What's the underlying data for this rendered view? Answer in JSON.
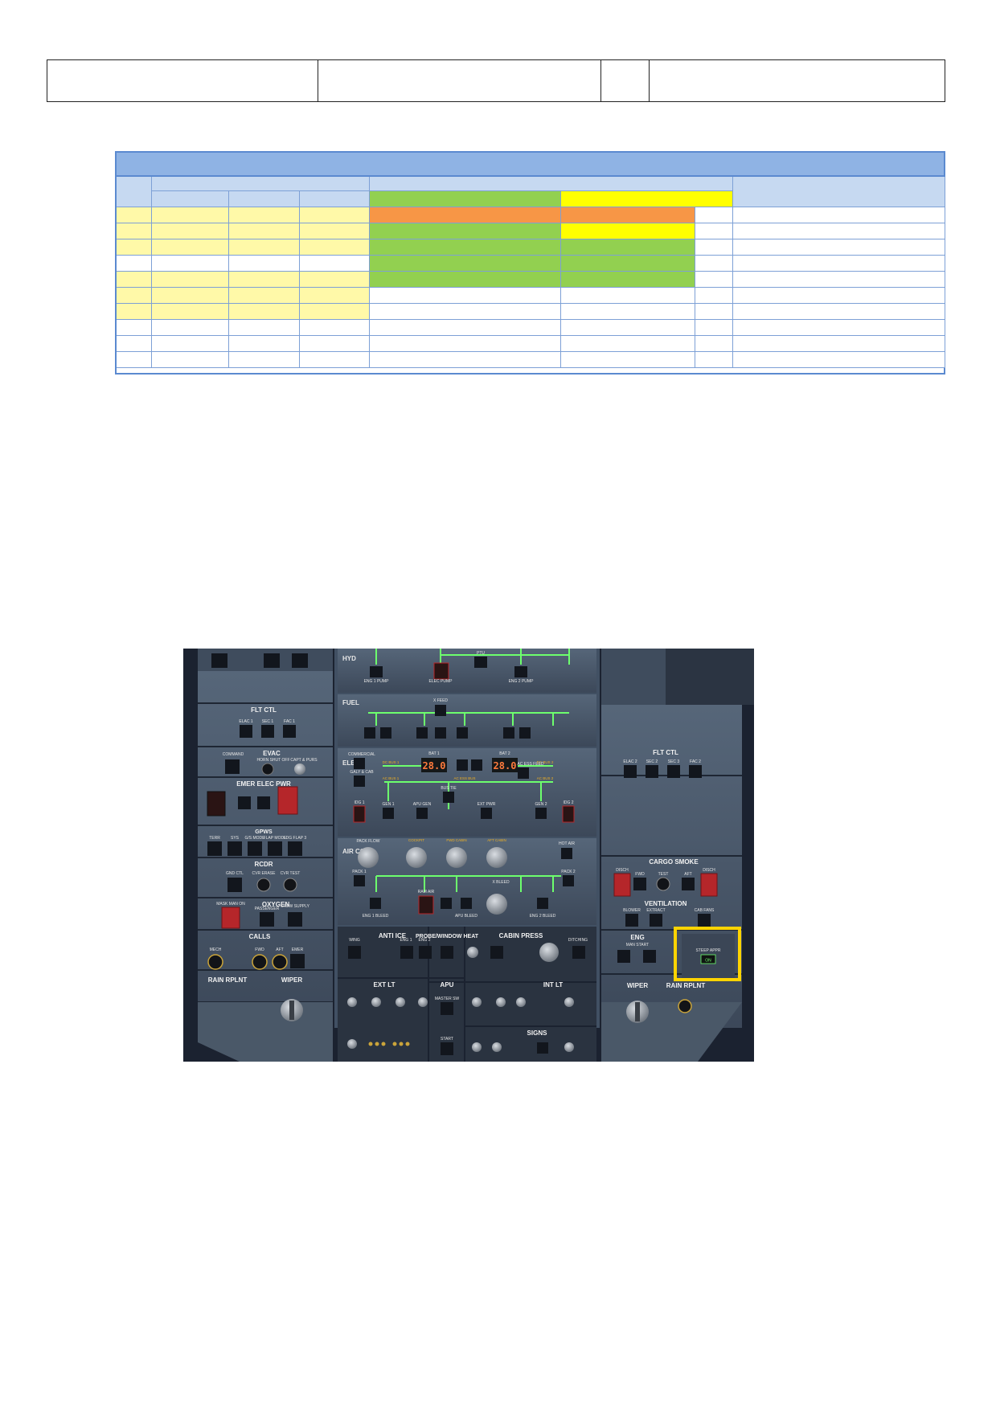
{
  "panel": {
    "sections": {
      "flt_ctl_left": "FLT CTL",
      "evac": "EVAC",
      "emer_elec_pwr": "EMER ELEC PWR",
      "gpws": "GPWS",
      "rcdr": "RCDR",
      "oxygen": "OXYGEN",
      "calls": "CALLS",
      "rain_rplnt_left": "RAIN RPLNT",
      "wiper_left": "WIPER",
      "anti_ice": "ANTI ICE",
      "probe_window_heat": "PROBE/WINDOW HEAT",
      "cabin_press": "CABIN PRESS",
      "ext_lt": "EXT LT",
      "apu": "APU",
      "int_lt": "INT LT",
      "signs": "SIGNS",
      "flt_ctl_right": "FLT CTL",
      "cargo_smoke": "CARGO SMOKE",
      "ventilation": "VENTILATION",
      "eng": "ENG",
      "wiper_right": "WIPER",
      "rain_rplnt_right": "RAIN RPLNT",
      "steep_appr": "STEEP APPR"
    },
    "side_labels": {
      "hyd": "HYD",
      "fuel": "FUEL",
      "elec": "ELEC",
      "air_cond": "AIR COND"
    },
    "small_labels": {
      "elac1": "ELAC 1",
      "sec1": "SEC 1",
      "fac1": "FAC 1",
      "command": "COMMAND",
      "horn_shut_off": "HORN SHUT OFF",
      "capt_purs": "CAPT & PURS",
      "terr": "TERR",
      "sys": "SYS",
      "gs_mode": "G/S MODE",
      "flap_mode": "FLAP MODE",
      "ldg_flap3": "LDG FLAP 3",
      "gnd_ctl": "GND CTL",
      "cvr_erase": "CVR ERASE",
      "cvr_test": "CVR TEST",
      "mask_man_on": "MASK MAN ON",
      "passenger": "PASSENGER",
      "crew_supply": "CREW SUPPLY",
      "mech": "MECH",
      "fwd": "FWD",
      "aft": "AFT",
      "emer": "EMER",
      "elac2": "ELAC 2",
      "sec2": "SEC 2",
      "sec3": "SEC 3",
      "fac2": "FAC 2",
      "disch": "DISCH",
      "fwd_r": "FWD",
      "test": "TEST",
      "aft_r": "AFT",
      "blower": "BLOWER",
      "extract": "EXTRACT",
      "cab_fans": "CAB FANS",
      "man_start": "MAN START",
      "on": "ON",
      "wing": "WING",
      "eng1": "ENG 1",
      "eng2": "ENG 2",
      "master_sw": "MASTER SW",
      "start": "START",
      "eng1_pump": "ENG 1 PUMP",
      "eng2_pump": "ENG 2 PUMP",
      "elec_pump": "ELEC PUMP",
      "ptu": "PTU",
      "x_feed": "X FEED",
      "commercial": "COMMERCIAL",
      "galy_cab": "GALY & CAB",
      "bat1": "BAT 1",
      "bat2": "BAT 2",
      "dc_bus1": "DC BUS 1",
      "dc_bus2": "DC BUS 2",
      "ac_bus1": "AC BUS 1",
      "ac_bus2": "AC BUS 2",
      "ac_ess_bus": "AC ESS BUS",
      "ac_ess_feed": "AC ESS FEED",
      "bus_tie": "BUS TIE",
      "gen1": "GEN 1",
      "gen2": "GEN 2",
      "apu_gen": "APU GEN",
      "ext_pwr": "EXT PWR",
      "idg1": "IDG 1",
      "idg2": "IDG 2",
      "pack_flow": "PACK FLOW",
      "cockpit": "COCKPIT",
      "fwd_cabin": "FWD CABIN",
      "aft_cabin": "AFT CABIN",
      "hot_air": "HOT AIR",
      "pack1": "PACK 1",
      "pack2": "PACK 2",
      "eng1_bleed": "ENG 1 BLEED",
      "eng2_bleed": "ENG 2 BLEED",
      "apu_bleed": "APU BLEED",
      "ram_air": "RAM AIR",
      "x_bleed": "X BLEED",
      "ditching": "DITCHING"
    },
    "battery_displays": [
      "28.0",
      "28.0"
    ],
    "colors": {
      "highlight": "#ffd400",
      "glow_green": "#6dff6d",
      "guard_red": "#b5262a",
      "panel_gray": "#4b5a6b"
    }
  }
}
